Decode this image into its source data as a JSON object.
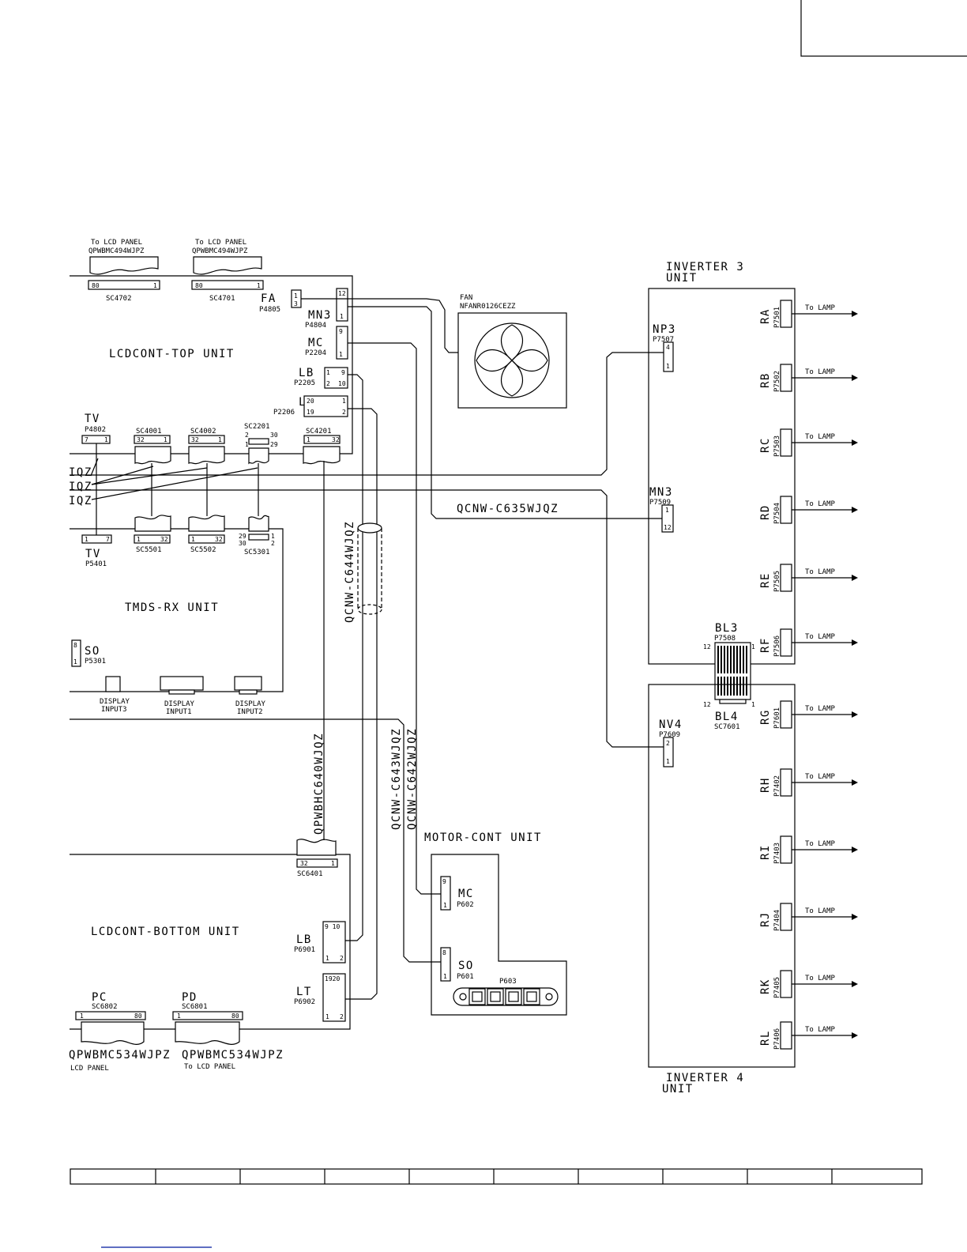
{
  "units": {
    "lcd_top": "LCDCONT-TOP UNIT",
    "tmds": "TMDS-RX UNIT",
    "lcd_bottom": "LCDCONT-BOTTOM UNIT",
    "motor": "MOTOR-CONT UNIT",
    "inv3": [
      "INVERTER 3",
      "UNIT"
    ],
    "inv4": [
      "INVERTER 4",
      "UNIT"
    ]
  },
  "panel_top": [
    {
      "to": "To LCD PANEL",
      "part": "QPWBMC494WJPZ",
      "ref": "SC4702",
      "p1": "80",
      "p2": "1"
    },
    {
      "to": "To LCD PANEL",
      "part": "QPWBMC494WJPZ",
      "ref": "SC4701",
      "p1": "80",
      "p2": "1"
    }
  ],
  "panel_bottom": [
    {
      "name": "PC",
      "ref": "SC6802",
      "p1": "1",
      "p2": "80",
      "part": "QPWBMC534WJPZ",
      "to": "LCD PANEL"
    },
    {
      "name": "PD",
      "ref": "SC6801",
      "p1": "1",
      "p2": "80",
      "part": "QPWBMC534WJPZ",
      "to": "To LCD PANEL"
    }
  ],
  "fan": {
    "label": "FAN",
    "part": "NFANR0126CEZZ"
  },
  "top_conn": {
    "fa": {
      "name": "FA",
      "ref": "P4805",
      "pins": [
        "1",
        "3"
      ]
    },
    "mn3": {
      "name": "MN3",
      "ref": "P4804",
      "pins": [
        "12",
        "1"
      ]
    },
    "mc": {
      "name": "MC",
      "ref": "P2204",
      "pins": [
        "9",
        "1"
      ]
    },
    "lb": {
      "name": "LB",
      "ref": "P2205",
      "pins": [
        "1",
        "9",
        "2",
        "10"
      ]
    },
    "lt": {
      "name": "LT",
      "ref": "P2206",
      "pins": [
        "20",
        "1",
        "19",
        "2"
      ]
    }
  },
  "top_strip": [
    {
      "name": "TV",
      "ref": "P4802",
      "p1": "7",
      "p2": "1"
    },
    {
      "ref": "SC4001",
      "p1": "32",
      "p2": "1"
    },
    {
      "ref": "SC4002",
      "p1": "32",
      "p2": "1"
    },
    {
      "ref": "SC2201",
      "p1": "2",
      "p2": "30",
      "p3": "1",
      "p4": "29"
    },
    {
      "ref": "SC4201",
      "p1": "1",
      "p2": "32"
    }
  ],
  "tmds_strip": [
    {
      "name": "TV",
      "ref": "P5401",
      "p1": "1",
      "p2": "7"
    },
    {
      "ref": "SC5501",
      "p1": "1",
      "p2": "32"
    },
    {
      "ref": "SC5502",
      "p1": "1",
      "p2": "32"
    },
    {
      "ref": "SC5301",
      "p1": "29",
      "p2": "1",
      "p3": "30",
      "p4": "2"
    }
  ],
  "so_tmds": {
    "name": "SO",
    "ref": "P5301",
    "pins": [
      "8",
      "1"
    ]
  },
  "display_inputs": [
    [
      "DISPLAY",
      "INPUT3"
    ],
    [
      "DISPLAY",
      "INPUT1"
    ],
    [
      "DISPLAY",
      "INPUT2"
    ]
  ],
  "left_cables": [
    "IQZ",
    "IQZ",
    "IQZ"
  ],
  "cables": {
    "c635": "QCNW-C635WJQZ",
    "c644": "QCNW-C644WJQZ",
    "c640": "QPWBHC640WJQZ",
    "c643": "QCNW-C643WJQZ",
    "c642": "QCNW-C642WJQZ"
  },
  "sc6401": {
    "ref": "SC6401",
    "p1": "32",
    "p2": "1"
  },
  "bottom_conn": {
    "lb": {
      "name": "LB",
      "ref": "P6901",
      "pins": [
        "9 10",
        "1",
        "2"
      ]
    },
    "lt": {
      "name": "LT",
      "ref": "P6902",
      "pins": [
        "1920",
        "1",
        "2"
      ]
    }
  },
  "motor_conn": {
    "mc": {
      "name": "MC",
      "ref": "P602",
      "pins": [
        "9",
        "1"
      ]
    },
    "so": {
      "name": "SO",
      "ref": "P601",
      "pins": [
        "8",
        "1"
      ]
    },
    "p603": "P603"
  },
  "inv3_conn": {
    "np3": {
      "name": "NP3",
      "ref": "P7507",
      "pins": [
        "4",
        "1"
      ]
    },
    "mn3": {
      "name": "MN3",
      "ref": "P7509",
      "pins": [
        "1",
        "12"
      ]
    },
    "bl3": {
      "name": "BL3",
      "ref": "P7508",
      "pins": [
        "12",
        "1"
      ]
    }
  },
  "inv4_conn": {
    "nv4": {
      "name": "NV4",
      "ref": "P7609",
      "pins": [
        "2",
        "1"
      ]
    },
    "bl4": {
      "name": "BL4",
      "ref": "SC7601",
      "pins": [
        "12",
        "1"
      ]
    }
  },
  "lamp_text": "To LAMP",
  "lamps3": [
    [
      "RA",
      "P7501"
    ],
    [
      "RB",
      "P7502"
    ],
    [
      "RC",
      "P7503"
    ],
    [
      "RD",
      "P7504"
    ],
    [
      "RE",
      "P7505"
    ],
    [
      "RF",
      "P7506"
    ]
  ],
  "lamps4": [
    [
      "RG",
      "P7601"
    ],
    [
      "RH",
      "P7402"
    ],
    [
      "RI",
      "P7403"
    ],
    [
      "RJ",
      "P7404"
    ],
    [
      "RK",
      "P7405"
    ],
    [
      "RL",
      "P7406"
    ]
  ]
}
